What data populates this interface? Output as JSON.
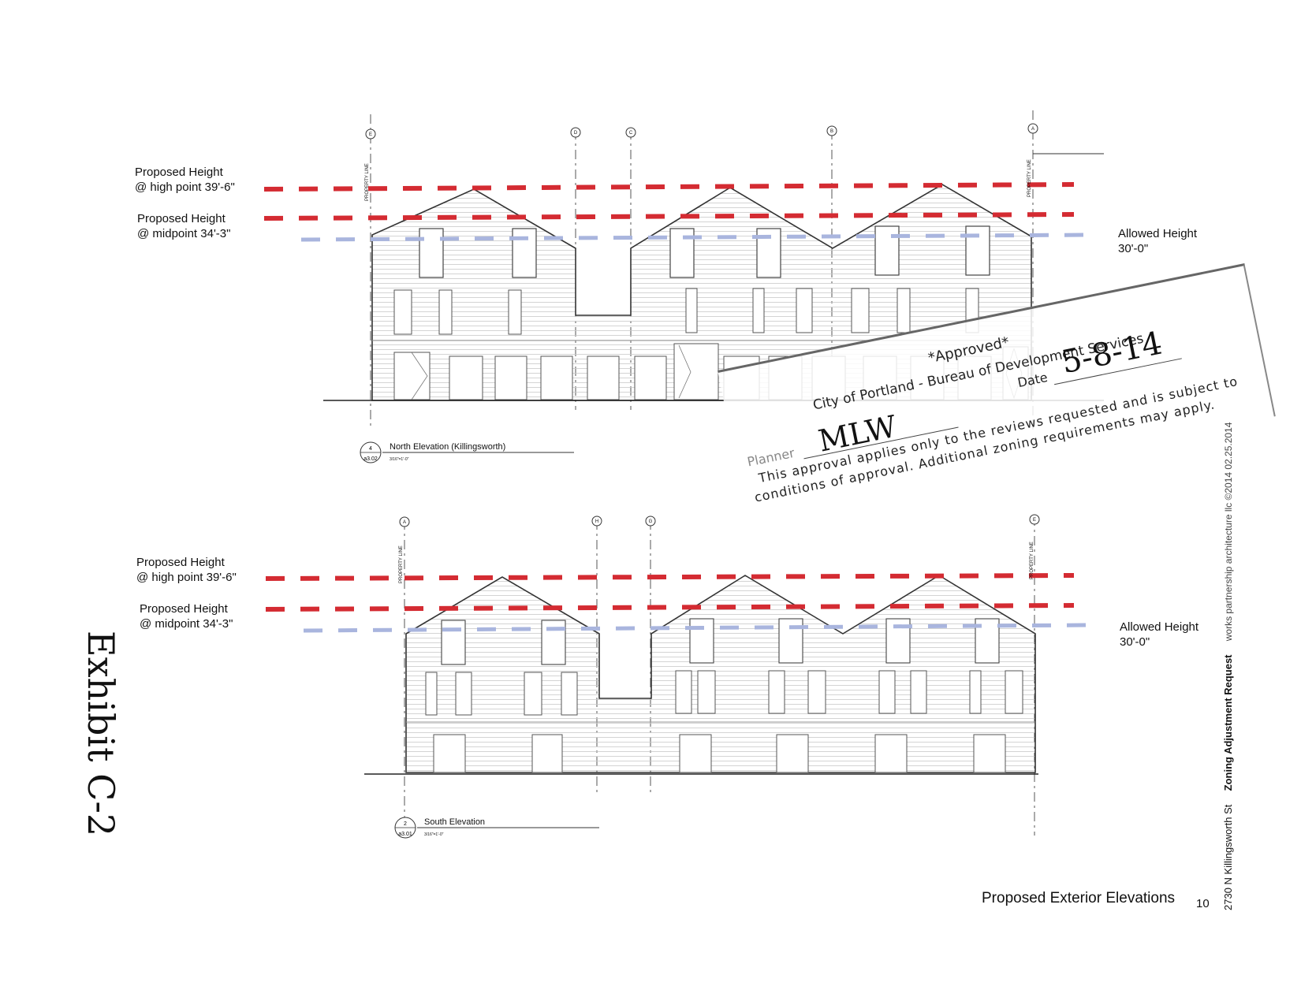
{
  "drawing": {
    "elevations": [
      {
        "id": "north",
        "title": "North Elevation (Killingsworth)",
        "ref_number": "4",
        "sheet": "a3.02",
        "scale": "3/16\"=1'-0\"",
        "grid_labels": [
          "E",
          "D",
          "C",
          "B",
          "A"
        ],
        "property_line_label": "PROPERTY LINE",
        "height_labels": {
          "high_title": "Proposed Height",
          "high_value": "@ high point 39'-6\"",
          "mid_title": "Proposed Height",
          "mid_value": "@ midpoint 34'-3\"",
          "allowed_title": "Allowed  Height",
          "allowed_value": "30'-0\""
        }
      },
      {
        "id": "south",
        "title": "South Elevation",
        "ref_number": "2",
        "sheet": "a3.01",
        "scale": "3/16\"=1'-0\"",
        "grid_labels": [
          "A",
          "H",
          "G",
          "E"
        ],
        "property_line_label": "PROPERTY LINE",
        "height_labels": {
          "high_title": "Proposed Height",
          "high_value": "@ high point 39'-6\"",
          "mid_title": "Proposed Height",
          "mid_value": "@ midpoint 34'-3\"",
          "allowed_title": "Allowed  Height",
          "allowed_value": "30'-0\""
        }
      }
    ],
    "colors": {
      "proposed_line": "#d42b32",
      "allowed_line": "#a9b5de",
      "building_line": "#333333",
      "siding": "#c9c9c9"
    }
  },
  "stamp": {
    "status": "*Approved*",
    "agency": "City of Portland - Bureau of Development Services",
    "planner_label": "Planner",
    "planner_initials": "MLW",
    "date_label": "Date",
    "date_value": "5-8-14",
    "note_line1": "This approval applies only to the reviews requested and is subject to",
    "note_line2": "conditions of approval.  Additional zoning requirements may apply."
  },
  "exhibit_label": "Exhibit C-2",
  "footer": {
    "title": "Proposed Exterior Elevations",
    "page_number": "10"
  },
  "side_title": {
    "address": "2730 N Killingsworth St",
    "request": "Zoning Adjustment Request",
    "firm": "works partnership architecture llc ©2014  02.25.2014"
  }
}
